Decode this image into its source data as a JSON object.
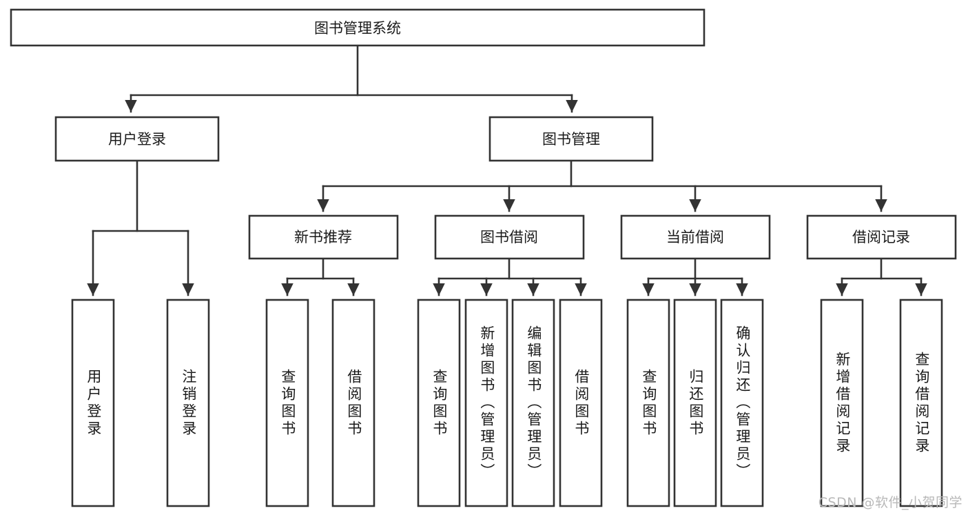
{
  "diagram": {
    "title": "图书管理系统",
    "type": "tree",
    "root": {
      "id": "root",
      "label": "图书管理系统",
      "orientation": "horizontal"
    },
    "level2": [
      {
        "id": "user-login",
        "label": "用户登录",
        "orientation": "horizontal"
      },
      {
        "id": "book-management",
        "label": "图书管理",
        "orientation": "horizontal"
      }
    ],
    "level3": [
      {
        "id": "new-book-recommend",
        "label": "新书推荐",
        "orientation": "horizontal",
        "parent": "book-management"
      },
      {
        "id": "book-borrow",
        "label": "图书借阅",
        "orientation": "horizontal",
        "parent": "book-management"
      },
      {
        "id": "current-borrow",
        "label": "当前借阅",
        "orientation": "horizontal",
        "parent": "book-management"
      },
      {
        "id": "borrow-record",
        "label": "借阅记录",
        "orientation": "horizontal",
        "parent": "book-management"
      }
    ],
    "leaves": [
      {
        "id": "leaf-user-login",
        "label": "用户登录",
        "parent": "user-login",
        "orientation": "vertical"
      },
      {
        "id": "leaf-user-logout",
        "label": "注销登录",
        "parent": "user-login",
        "orientation": "vertical"
      },
      {
        "id": "leaf-query-book-1",
        "label": "查询图书",
        "parent": "new-book-recommend",
        "orientation": "vertical"
      },
      {
        "id": "leaf-borrow-book-1",
        "label": "借阅图书",
        "parent": "new-book-recommend",
        "orientation": "vertical"
      },
      {
        "id": "leaf-query-book-2",
        "label": "查询图书",
        "parent": "book-borrow",
        "orientation": "vertical"
      },
      {
        "id": "leaf-add-book",
        "label": "新增图书（管理员）",
        "parent": "book-borrow",
        "orientation": "vertical"
      },
      {
        "id": "leaf-edit-book",
        "label": "编辑图书（管理员）",
        "parent": "book-borrow",
        "orientation": "vertical"
      },
      {
        "id": "leaf-borrow-book-2",
        "label": "借阅图书",
        "parent": "book-borrow",
        "orientation": "vertical"
      },
      {
        "id": "leaf-query-book-3",
        "label": "查询图书",
        "parent": "current-borrow",
        "orientation": "vertical"
      },
      {
        "id": "leaf-return-book",
        "label": "归还图书",
        "parent": "current-borrow",
        "orientation": "vertical"
      },
      {
        "id": "leaf-confirm-return",
        "label": "确认归还（管理员）",
        "parent": "current-borrow",
        "orientation": "vertical"
      },
      {
        "id": "leaf-add-record",
        "label": "新增借阅记录",
        "parent": "borrow-record",
        "orientation": "vertical"
      },
      {
        "id": "leaf-query-record",
        "label": "查询借阅记录",
        "parent": "borrow-record",
        "orientation": "vertical"
      }
    ],
    "colors": {
      "stroke": "#333333",
      "fill": "#ffffff",
      "text": "#1a1a1a",
      "watermark": "#b8b8b8",
      "background": "#ffffff"
    }
  },
  "watermark": {
    "text": "CSDN @软件_小贺同学"
  }
}
